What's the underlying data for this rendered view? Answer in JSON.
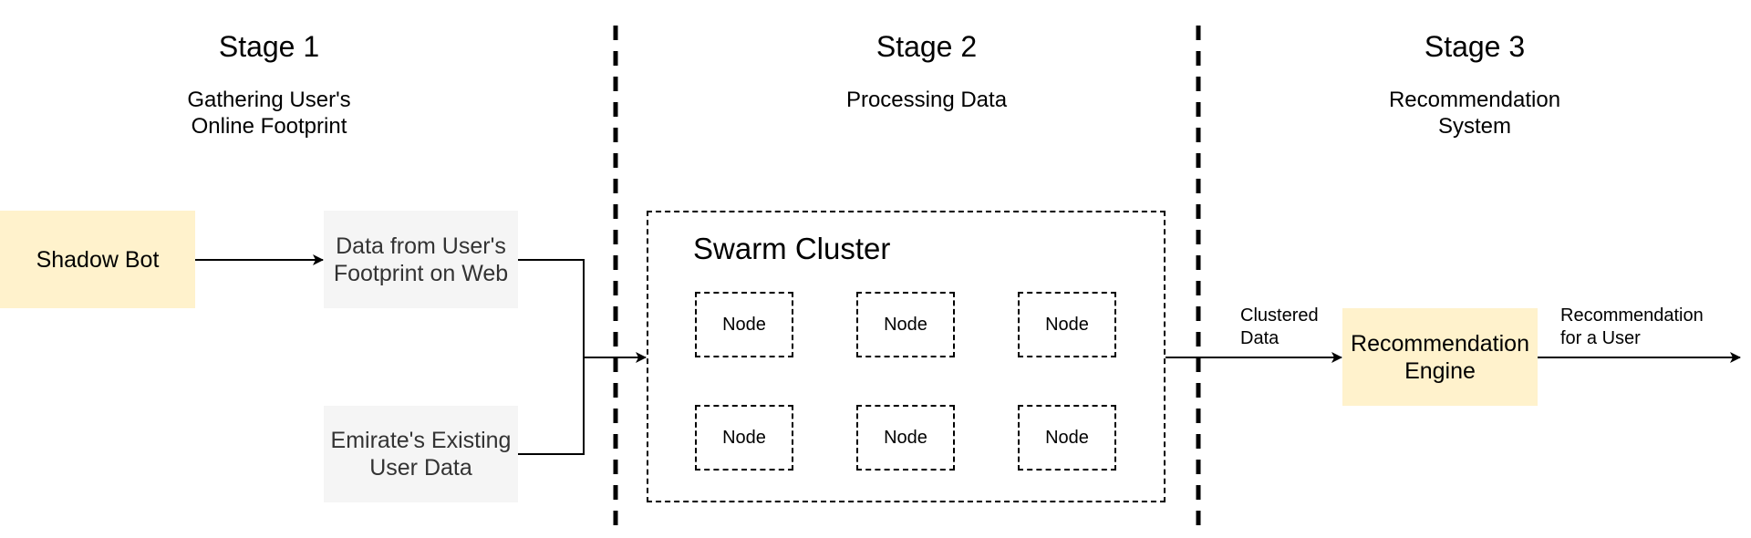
{
  "stages": [
    {
      "title": "Stage 1",
      "subtitle_lines": [
        "Gathering User's",
        "Online Footprint"
      ]
    },
    {
      "title": "Stage 2",
      "subtitle_lines": [
        "Processing Data"
      ]
    },
    {
      "title": "Stage 3",
      "subtitle_lines": [
        "Recommendation",
        "System"
      ]
    }
  ],
  "boxes": {
    "shadow_bot": {
      "label": "Shadow Bot",
      "color": "#fff2cc"
    },
    "web_data": {
      "label_lines": [
        "Data from User's",
        "Footprint on Web"
      ],
      "color": "#f5f5f5"
    },
    "existing_data": {
      "label_lines": [
        "Emirate's Existing",
        "User Data"
      ],
      "color": "#f5f5f5"
    },
    "recommendation_engine": {
      "label_lines": [
        "Recommendation",
        "Engine"
      ],
      "color": "#fff2cc"
    }
  },
  "cluster": {
    "title": "Swarm Cluster",
    "nodes": [
      "Node",
      "Node",
      "Node",
      "Node",
      "Node",
      "Node"
    ]
  },
  "edge_labels": {
    "clustered_data": [
      "Clustered",
      "Data"
    ],
    "recommendation_for_user": [
      "Recommendation",
      "for a User"
    ]
  }
}
